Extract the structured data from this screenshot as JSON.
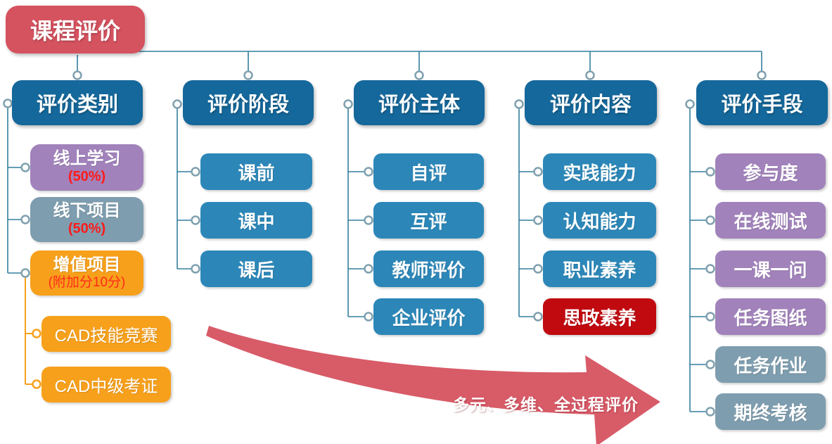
{
  "root": {
    "label": "课程评价"
  },
  "columns": [
    {
      "header": "评价类别",
      "items": [
        {
          "label": "线上学习",
          "note": "(50%)",
          "color": "purple"
        },
        {
          "label": "线下项目",
          "note": "(50%)",
          "color": "gray_blue"
        },
        {
          "label": "增值项目",
          "note": "(附加分10分)",
          "color": "orange"
        },
        {
          "label": "CAD技能竞赛",
          "color": "orange"
        },
        {
          "label": "CAD中级考证",
          "color": "orange"
        }
      ]
    },
    {
      "header": "评价阶段",
      "items": [
        {
          "label": "课前",
          "color": "blue"
        },
        {
          "label": "课中",
          "color": "blue"
        },
        {
          "label": "课后",
          "color": "blue"
        }
      ]
    },
    {
      "header": "评价主体",
      "items": [
        {
          "label": "自评",
          "color": "blue"
        },
        {
          "label": "互评",
          "color": "blue"
        },
        {
          "label": "教师评价",
          "color": "blue"
        },
        {
          "label": "企业评价",
          "color": "blue"
        }
      ]
    },
    {
      "header": "评价内容",
      "items": [
        {
          "label": "实践能力",
          "color": "blue"
        },
        {
          "label": "认知能力",
          "color": "blue"
        },
        {
          "label": "职业素养",
          "color": "blue"
        },
        {
          "label": "思政素养",
          "color": "red"
        }
      ]
    },
    {
      "header": "评价手段",
      "items": [
        {
          "label": "参与度",
          "color": "purple"
        },
        {
          "label": "在线测试",
          "color": "purple"
        },
        {
          "label": "一课一问",
          "color": "purple"
        },
        {
          "label": "任务图纸",
          "color": "purple"
        },
        {
          "label": "任务作业",
          "color": "gray_blue"
        },
        {
          "label": "期终考核",
          "color": "gray_blue"
        }
      ]
    }
  ],
  "arrow": {
    "label": "多元、多维、全过程评价"
  },
  "palette": {
    "title_red": "#D5525F",
    "header_blue": "#15689B",
    "item_blue": "#2C87B8",
    "purple": "#A182BB",
    "gray_blue": "#7E9DAF",
    "orange": "#F7A01B",
    "alert_red_box": "#C00A10",
    "note_red_text": "#FF1B1B",
    "arrow_red": "#D85B68",
    "connector_teal": "#337E9D"
  }
}
